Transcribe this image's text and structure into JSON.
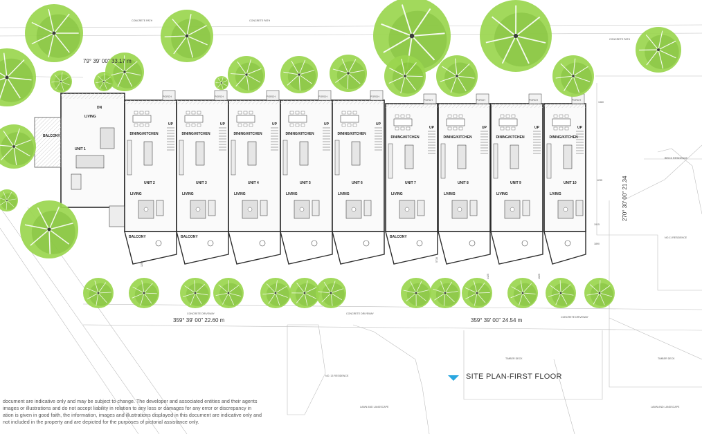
{
  "title": "SITE PLAN-FIRST FLOOR",
  "bearings": {
    "top": "79° 39' 00\"  33.17 m",
    "right": "270° 30' 00\"  21.34",
    "bottom_left": "359° 39' 00\"  22.60 m",
    "bottom_right": "359° 39' 00\"  24.54 m"
  },
  "units": [
    {
      "id": "u1",
      "name": "UNIT 1",
      "kitchen": "",
      "living": "LIVING",
      "balcony": "BALCONY"
    },
    {
      "id": "u2",
      "name": "UNIT 2",
      "kitchen": "DINING/KITCHEN",
      "living": "LIVING",
      "balcony": "BALCONY"
    },
    {
      "id": "u3",
      "name": "UNIT 3",
      "kitchen": "DINING/KITCHEN",
      "living": "LIVING",
      "balcony": "BALCONY"
    },
    {
      "id": "u4",
      "name": "UNIT 4",
      "kitchen": "DINING/KITCHEN",
      "living": "LIVING",
      "balcony": ""
    },
    {
      "id": "u5",
      "name": "UNIT 5",
      "kitchen": "DINING/KITCHEN",
      "living": "LIVING",
      "balcony": ""
    },
    {
      "id": "u6",
      "name": "UNIT 6",
      "kitchen": "DINING/KITCHEN",
      "living": "LIVING",
      "balcony": ""
    },
    {
      "id": "u7",
      "name": "UNIT 7",
      "kitchen": "DINING/KITCHEN",
      "living": "LIVING",
      "balcony": "BALCONY"
    },
    {
      "id": "u8",
      "name": "UNIT 8",
      "kitchen": "DINING/KITCHEN",
      "living": "LIVING",
      "balcony": ""
    },
    {
      "id": "u9",
      "name": "UNIT 9",
      "kitchen": "DINING/KITCHEN",
      "living": "LIVING",
      "balcony": ""
    },
    {
      "id": "u10",
      "name": "UNIT 10",
      "kitchen": "DINING/KITCHEN",
      "living": "LIVING",
      "balcony": ""
    }
  ],
  "labels": {
    "porch": "PORCH",
    "up": "UP",
    "dn": "DN",
    "balcony_unit1": "BALCONY"
  },
  "dimensions": {
    "d1360": "1360",
    "d1235": "1235",
    "d1915": "1915",
    "d1890": "1890",
    "d1250": "1250",
    "d5730": "5730",
    "d4425": "4425",
    "d4025": "4025"
  },
  "disclaimer": [
    "document are indicative only and may be subject to change. The developer and associated entities and their agents",
    "images or illustrations and do not accept liability in relation to any loss or damages for any error or discrepancy in",
    "ation is given in good faith, the information, images and illustrations displayed in this document are indicative only and",
    "not included in the property and are depicted for the purposes of pictorial assistance only."
  ],
  "colors": {
    "tree_fill": "#9ad64e",
    "tree_dark": "#6fae2c",
    "tree_line": "#ffffff",
    "hatch": "#d9d9d9",
    "wall": "#2b2b2b",
    "marker": "#2aa7e0"
  }
}
